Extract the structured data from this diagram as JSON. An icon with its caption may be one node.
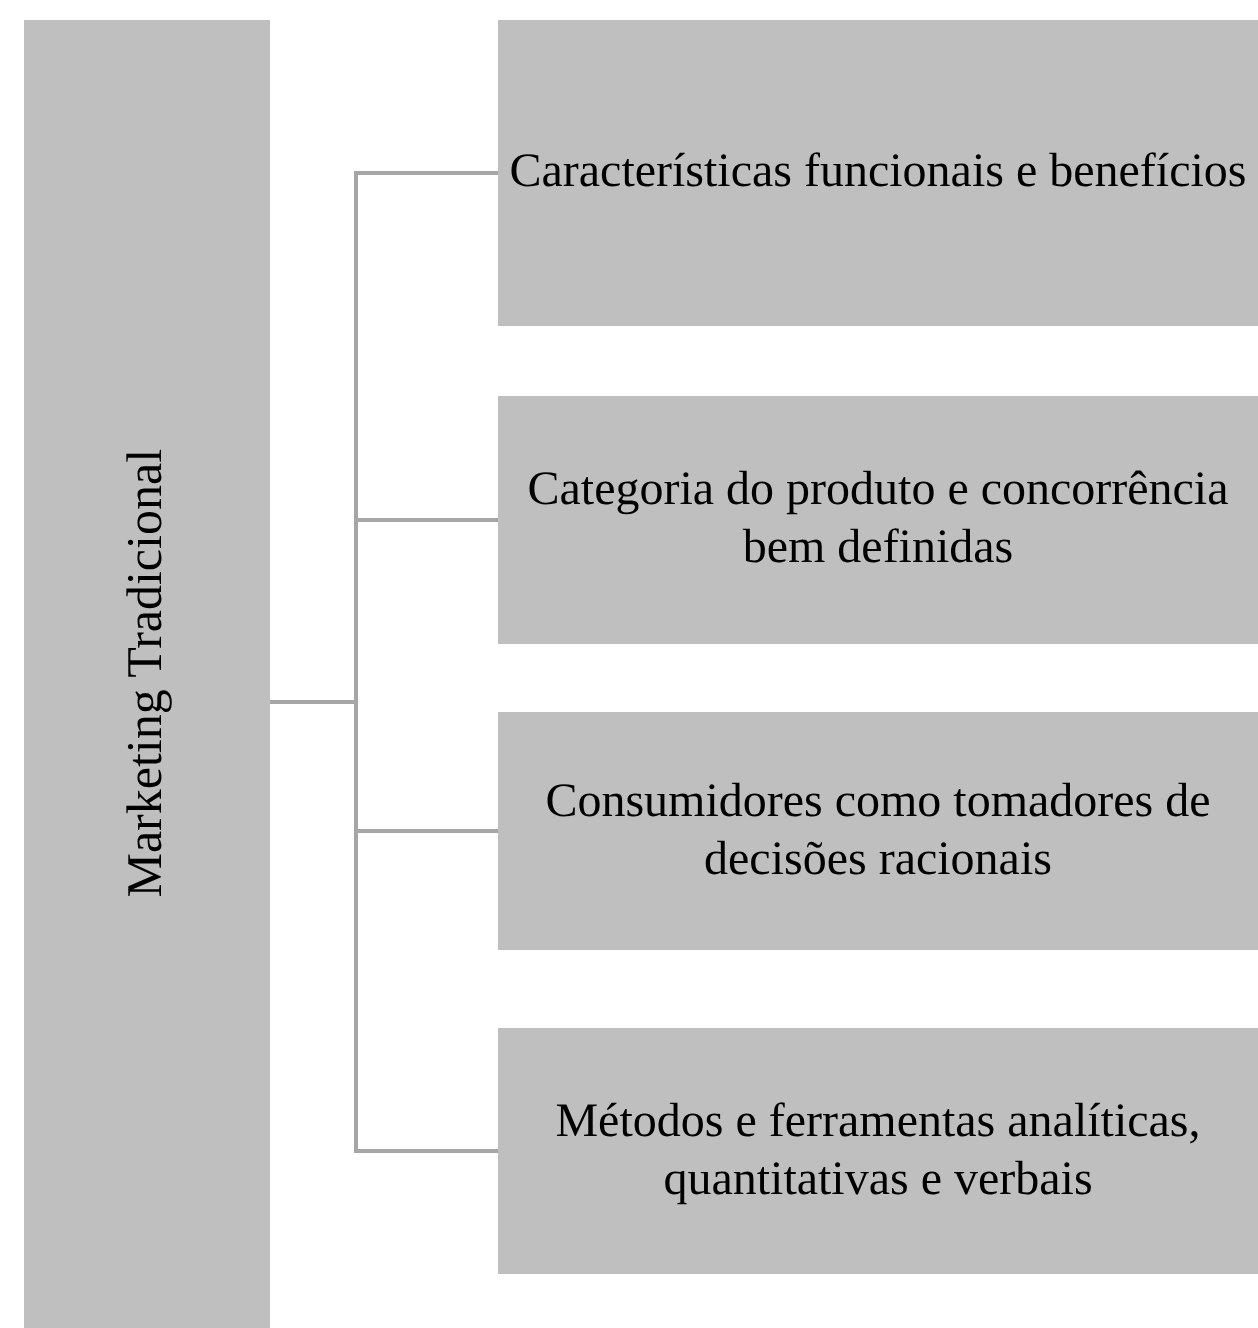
{
  "diagram": {
    "nodes": [
      {
        "text": [
          "Marketing Tradicional"
        ]
      },
      {
        "text": [
          "Características funcionais e benefícios"
        ]
      },
      {
        "text": [
          "Categoria do produto e concorrência bem definidas"
        ]
      },
      {
        "text": [
          "Consumidores como tomadores de decisões racionais"
        ]
      },
      {
        "text": [
          "Métodos e ferramentas analíticas, quantitativas e verbais"
        ]
      }
    ],
    "edges": [
      {
        "from": 0,
        "to": 1,
        "arrow": "none"
      },
      {
        "from": 0,
        "to": 2,
        "arrow": "none"
      },
      {
        "from": 0,
        "to": 3,
        "arrow": "none"
      },
      {
        "from": 0,
        "to": 4,
        "arrow": "none"
      }
    ]
  }
}
